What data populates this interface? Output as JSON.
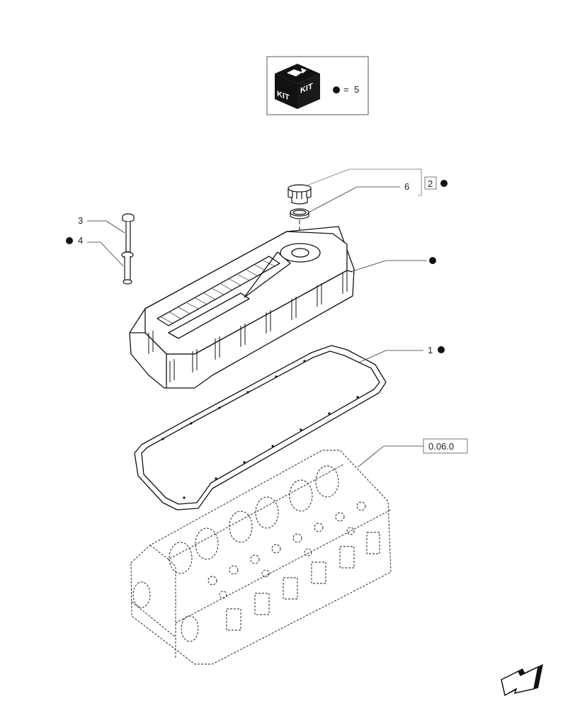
{
  "kit_legend": {
    "kit_word": "KIT",
    "equals": "=",
    "number": "5"
  },
  "callouts": {
    "c1": "1",
    "c2": "2",
    "c3": "3",
    "c4": "4",
    "c6": "6",
    "ref": "0.06.0"
  },
  "icons": [
    "kit-box-icon",
    "kit-marker-dot",
    "next-page-arrow-icon"
  ]
}
